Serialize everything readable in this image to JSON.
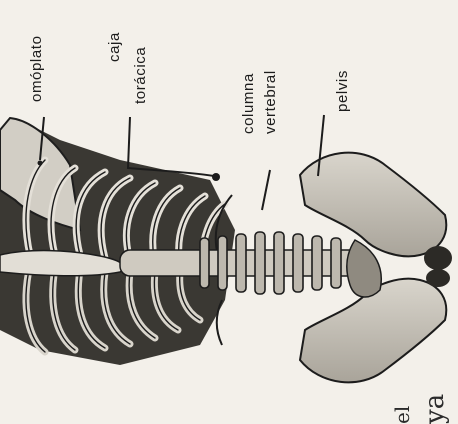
{
  "figure": {
    "labels": {
      "omoplato": "omóplato",
      "caja_line1": "caja",
      "caja_line2": "torácica",
      "columna_line1": "columna",
      "columna_line2": "vertebral",
      "pelvis": "pelvis"
    },
    "text_fragments": {
      "frag_el": "el",
      "frag_ya": "ya"
    }
  }
}
